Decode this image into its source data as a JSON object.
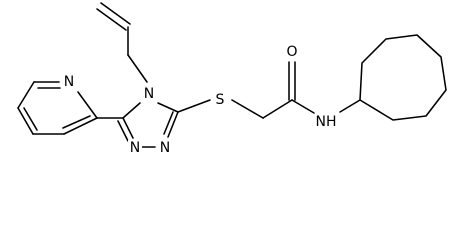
{
  "structure": {
    "atoms": [
      {
        "id": "N_pyridine",
        "label": "N"
      },
      {
        "id": "N4_triazole",
        "label": "N"
      },
      {
        "id": "N1_triazole",
        "label": "N"
      },
      {
        "id": "N2_triazole",
        "label": "N"
      },
      {
        "id": "S_thioether",
        "label": "S"
      },
      {
        "id": "O_carbonyl",
        "label": "O"
      },
      {
        "id": "NH_amide",
        "label": "NH"
      }
    ]
  }
}
